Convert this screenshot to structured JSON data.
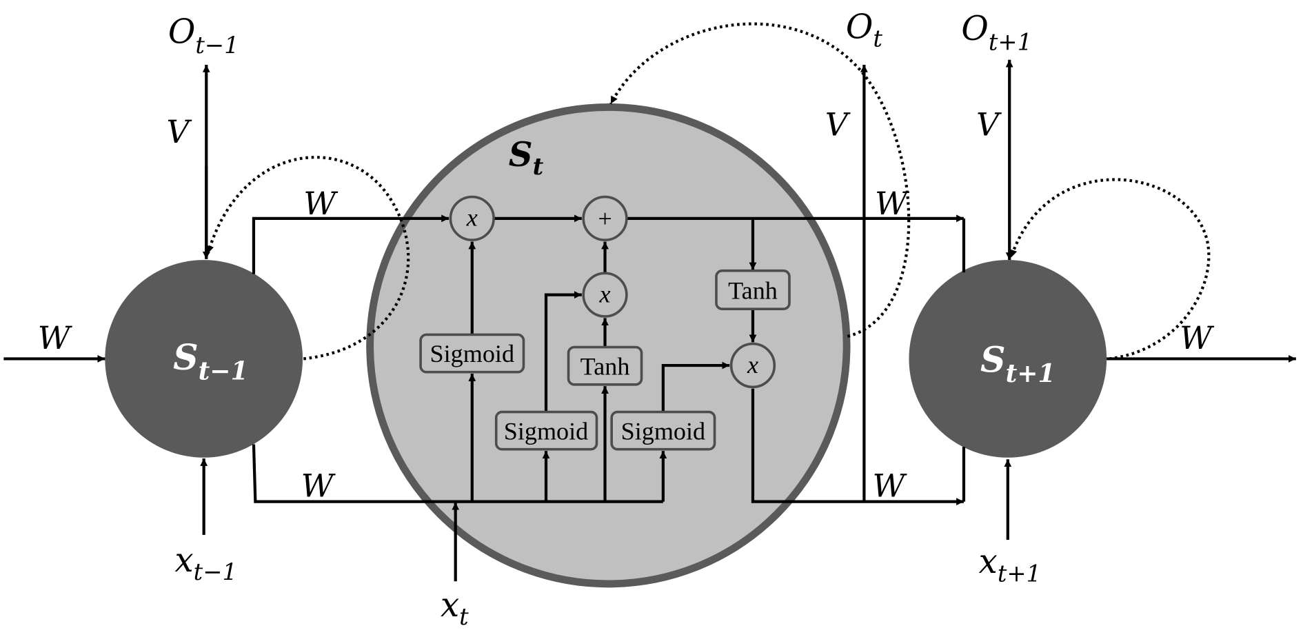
{
  "diagram": {
    "title": "LSTM recurrent network unrolled over time",
    "colors": {
      "state_node_fill": "#5a5a5a",
      "cell_fill": "#c0c0c0",
      "cell_border": "#5a5a5a",
      "gate_border": "#4d4d4d",
      "line": "#000000",
      "background": "#ffffff"
    },
    "nodes": {
      "prev_state": {
        "main": "S",
        "sub": "t−1"
      },
      "cell_state": {
        "main": "S",
        "sub": "t"
      },
      "next_state": {
        "main": "S",
        "sub": "t+1"
      }
    },
    "outputs": [
      {
        "main": "O",
        "sub": "t−1"
      },
      {
        "main": "O",
        "sub": "t"
      },
      {
        "main": "O",
        "sub": "t+1"
      }
    ],
    "inputs": [
      {
        "main": "x",
        "sub": "t−1"
      },
      {
        "main": "x",
        "sub": "t"
      },
      {
        "main": "x",
        "sub": "t+1"
      }
    ],
    "weights": {
      "output_weight": "V",
      "recurrent_weight": "W"
    },
    "gates": {
      "forget_gate": "Sigmoid",
      "input_gate": "Sigmoid",
      "candidate": "Tanh",
      "output_gate": "Sigmoid",
      "cell_tanh": "Tanh"
    },
    "operators": {
      "multiply": "x",
      "add": "+"
    }
  }
}
